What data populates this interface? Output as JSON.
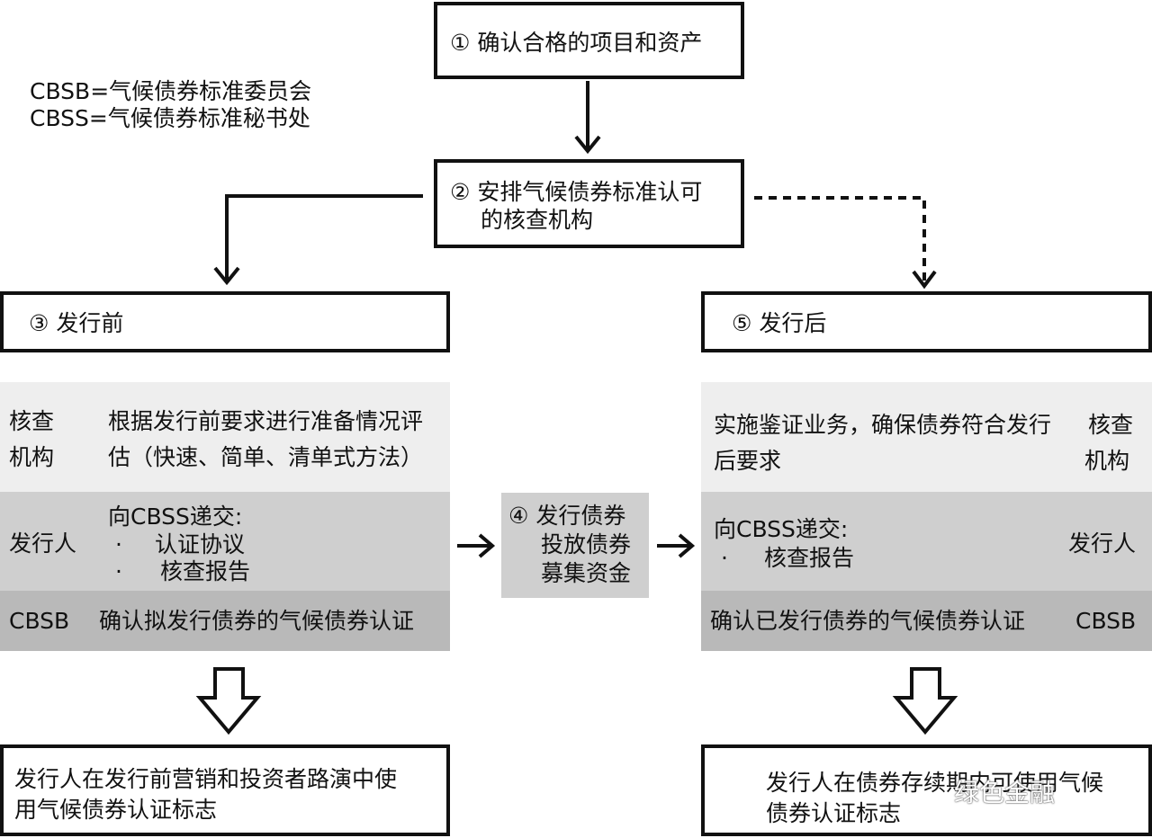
{
  "legend": {
    "cbsb": "CBSB=气候债券标准委员会",
    "cbss": "CBSS=气候债券标准秘书处"
  },
  "step1": {
    "label": "① 确认合格的项目和资产"
  },
  "step2": {
    "line1": "② 安排气候债券标准认可",
    "line2": "的核查机构"
  },
  "step3": {
    "label": "③ 发行前"
  },
  "step5": {
    "label": "⑤ 发行后"
  },
  "pre": {
    "verifier": {
      "role_line1": "核查",
      "role_line2": "机构",
      "desc_line1": "根据发行前要求进行准备情况评",
      "desc_line2": "估（快速、简单、清单式方法）"
    },
    "issuer": {
      "role": "发行人",
      "header": "向CBSS递交:",
      "items": [
        "认证协议",
        "核查报告"
      ]
    },
    "cbsb": {
      "role": "CBSB",
      "desc": "确认拟发行债券的气候债券认证"
    }
  },
  "step4": {
    "line1": "④ 发行债券",
    "line2": "投放债券",
    "line3": "募集资金"
  },
  "post": {
    "verifier": {
      "desc_line1": "实施鉴证业务，确保债券符合发行",
      "desc_line2": "后要求",
      "role_line1": "核查",
      "role_line2": "机构"
    },
    "issuer": {
      "header": "向CBSS递交:",
      "items": [
        "核查报告"
      ],
      "role": "发行人"
    },
    "cbsb": {
      "desc": "确认已发行债券的气候债券认证",
      "role": "CBSB"
    }
  },
  "bullet": "·",
  "out_left": {
    "line1": "发行人在发行前营销和投资者路演中使",
    "line2": "用气候债券认证标志"
  },
  "out_right": {
    "line1": "发行人在债券存续期内可使用气候",
    "line2": "债券认证标志"
  },
  "watermark": "绿色金融"
}
